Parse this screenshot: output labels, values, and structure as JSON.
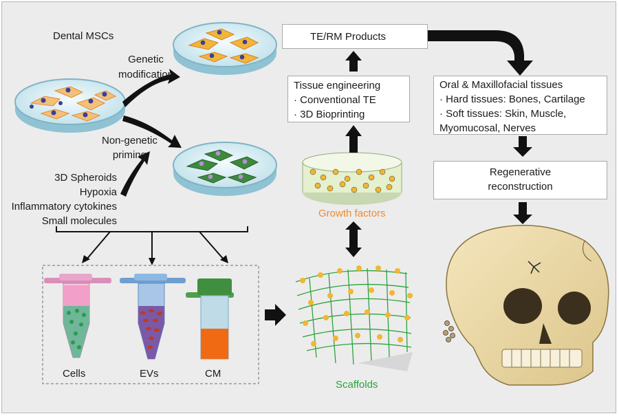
{
  "left": {
    "dental_mscs": "Dental MSCs",
    "genetic_modification": [
      "Genetic",
      "modification"
    ],
    "non_genetic_priming": [
      "Non-genetic",
      "priming"
    ],
    "priming_methods": [
      "3D Spheroids",
      "Hypoxia",
      "Inflammatory cytokines",
      "Small molecules"
    ],
    "tubes": [
      "Cells",
      "EVs",
      "CM"
    ]
  },
  "middle": {
    "tissue_engineering_title": "Tissue engineering",
    "tissue_engineering_items": [
      "· Conventional TE",
      "· 3D Bioprinting"
    ],
    "growth_factors": "Growth factors",
    "scaffolds": "Scaffolds"
  },
  "right": {
    "products": "TE/RM Products",
    "tissues_title": "Oral & Maxillofacial tissues",
    "tissues_items": [
      "· Hard tissues: Bones, Cartilage",
      "· Soft tissues: Skin, Muscle,",
      "Myomucosal, Nerves"
    ],
    "reconstruction": [
      "Regenerative",
      "reconstruction"
    ]
  },
  "colors": {
    "background": "#ececec",
    "growth_factors": "#ef8a2f",
    "scaffolds": "#2aa33c",
    "arrows": "#111111"
  }
}
